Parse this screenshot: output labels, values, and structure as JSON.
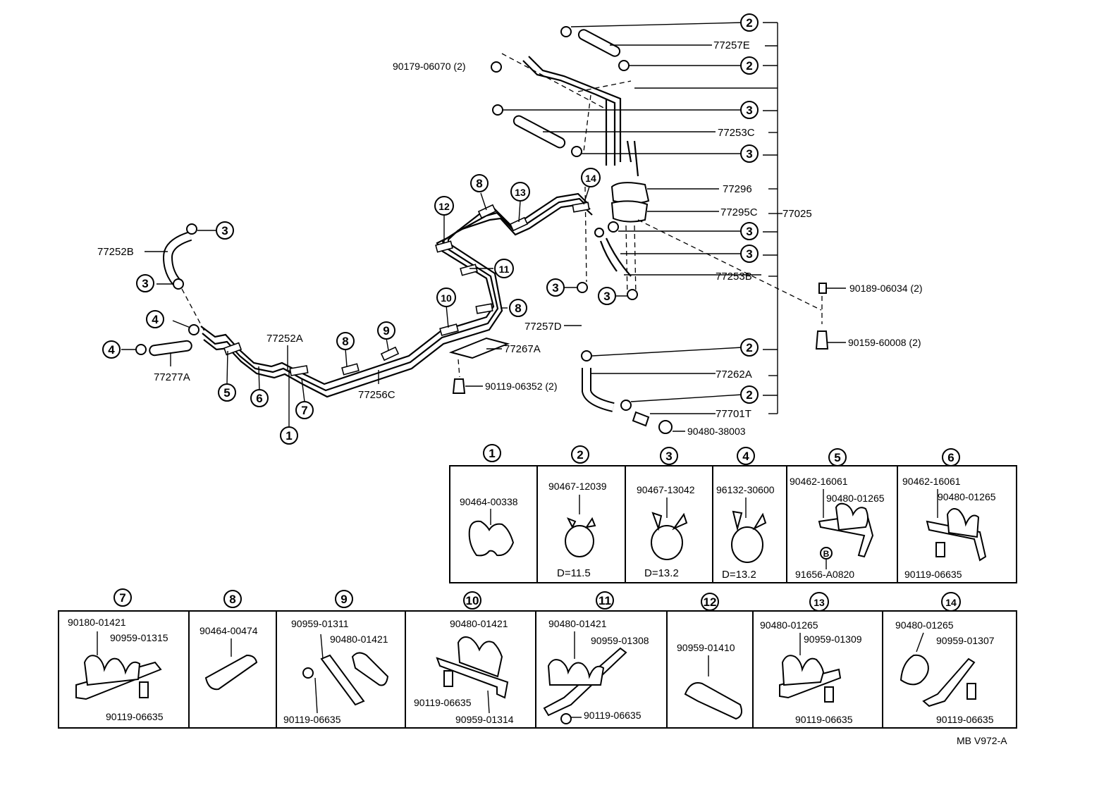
{
  "callouts": {
    "c1": "1",
    "c2": "2",
    "c3": "3",
    "c4": "4",
    "c5": "5",
    "c6": "6",
    "c7": "7",
    "c8": "8",
    "c9": "9",
    "c10": "10",
    "c11": "11",
    "c12": "12",
    "c13": "13",
    "c14": "14"
  },
  "main_labels": {
    "p77257E": "77257E",
    "p77253C": "77253C",
    "p77296": "77296",
    "p77295C": "77295C",
    "p77025": "77025",
    "p77253B": "77253B",
    "p77257D": "77257D",
    "p77262A": "77262A",
    "p77701T": "77701T",
    "p90480_38003": "90480-38003",
    "p90179_06070": "90179-06070 (2)",
    "p90189_06034": "90189-06034 (2)",
    "p90159_60008": "90159-60008 (2)",
    "p77252B": "77252B",
    "p77252A": "77252A",
    "p77277A": "77277A",
    "p77256C": "77256C",
    "p77267A": "77267A",
    "p90119_06352": "90119-06352 (2)"
  },
  "detail_boxes": {
    "b1": {
      "parts": [
        "90464-00338"
      ]
    },
    "b2": {
      "parts": [
        "90467-12039"
      ],
      "dim": "D=11.5"
    },
    "b3": {
      "parts": [
        "90467-13042"
      ],
      "dim": "D=13.2"
    },
    "b4": {
      "parts": [
        "96132-30600"
      ],
      "dim": "D=13.2"
    },
    "b5": {
      "parts": [
        "90462-16061",
        "90480-01265",
        "91656-A0820"
      ],
      "marker": "B"
    },
    "b6": {
      "parts": [
        "90462-16061",
        "90480-01265",
        "90119-06635"
      ]
    },
    "b7": {
      "parts": [
        "90180-01421",
        "90959-01315",
        "90119-06635"
      ]
    },
    "b8": {
      "parts": [
        "90464-00474"
      ]
    },
    "b9": {
      "parts": [
        "90959-01311",
        "90480-01421",
        "90119-06635"
      ]
    },
    "b10": {
      "parts": [
        "90480-01421",
        "90119-06635",
        "90959-01314"
      ]
    },
    "b11": {
      "parts": [
        "90480-01421",
        "90959-01308",
        "90119-06635"
      ]
    },
    "b12": {
      "parts": [
        "90959-01410"
      ]
    },
    "b13": {
      "parts": [
        "90480-01265",
        "90959-01309",
        "90119-06635"
      ]
    },
    "b14": {
      "parts": [
        "90480-01265",
        "90959-01307",
        "90119-06635"
      ]
    }
  },
  "footer": {
    "code": "MB V972-A"
  }
}
